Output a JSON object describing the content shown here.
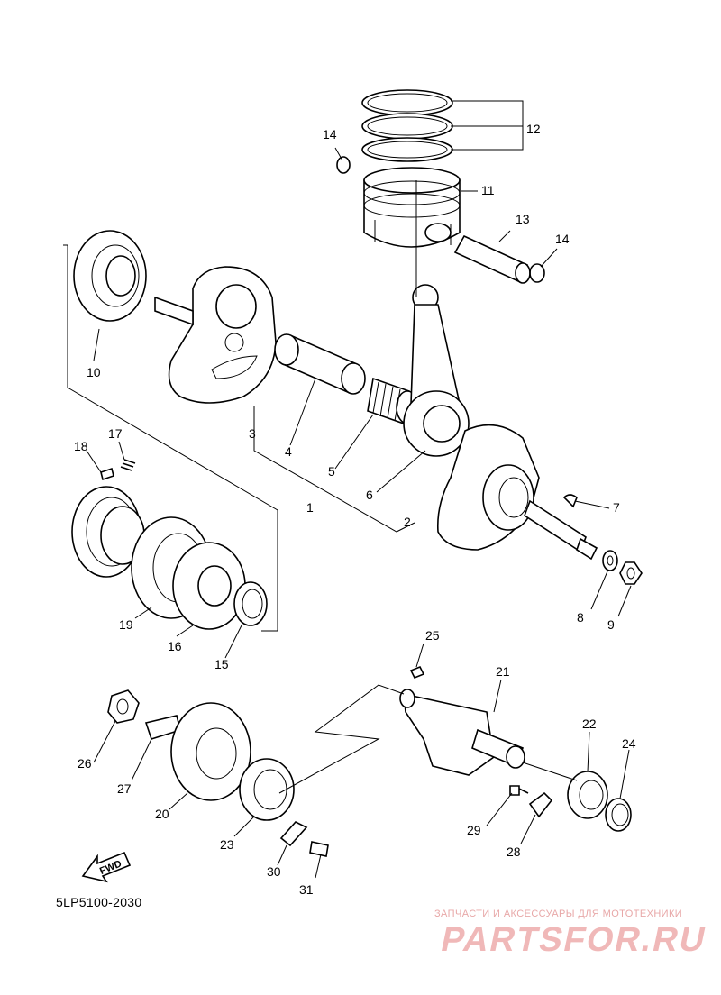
{
  "diagram_code": "5LP5100-2030",
  "watermark": {
    "subtitle": "ЗАПЧАСТИ И АКСЕССУАРЫ ДЛЯ МОТОТЕХНИКИ",
    "brand": "PARTSFOR.RU"
  },
  "fwd_label": "FWD",
  "parts": {
    "p1": "1",
    "p2": "2",
    "p3": "3",
    "p4": "4",
    "p5": "5",
    "p6": "6",
    "p7": "7",
    "p8": "8",
    "p9": "9",
    "p10": "10",
    "p11": "11",
    "p12": "12",
    "p13": "13",
    "p14a": "14",
    "p14b": "14",
    "p15": "15",
    "p16": "16",
    "p17": "17",
    "p18": "18",
    "p19": "19",
    "p20": "20",
    "p21": "21",
    "p22": "22",
    "p23": "23",
    "p24": "24",
    "p25": "25",
    "p26": "26",
    "p27": "27",
    "p28": "28",
    "p29": "29",
    "p30": "30",
    "p31": "31"
  }
}
